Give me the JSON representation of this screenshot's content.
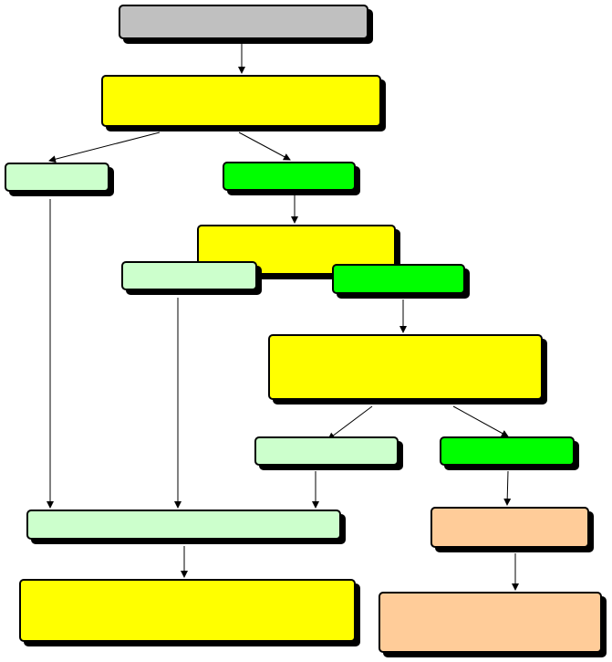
{
  "colors": {
    "start": "#c0c0c0",
    "decision": "#ffff00",
    "no_branch": "#ccffcc",
    "yes_branch": "#00ff00",
    "alt_outcome": "#ffcc99",
    "line": "#000000",
    "shadow": "#000000"
  },
  "nodes": {
    "start": {
      "text": "",
      "fill": "start"
    },
    "decision_1": {
      "text": "",
      "fill": "decision"
    },
    "branch_1_left": {
      "text": "",
      "fill": "no_branch"
    },
    "branch_1_right": {
      "text": "",
      "fill": "yes_branch"
    },
    "decision_2": {
      "text": "",
      "fill": "decision"
    },
    "branch_2_left": {
      "text": "",
      "fill": "no_branch"
    },
    "branch_2_right": {
      "text": "",
      "fill": "yes_branch"
    },
    "decision_3": {
      "text": "",
      "fill": "decision"
    },
    "branch_3_left": {
      "text": "",
      "fill": "no_branch"
    },
    "branch_3_right": {
      "text": "",
      "fill": "yes_branch"
    },
    "merge": {
      "text": "",
      "fill": "no_branch"
    },
    "outcome_left": {
      "text": "",
      "fill": "decision"
    },
    "alt_step": {
      "text": "",
      "fill": "alt_outcome"
    },
    "outcome_right": {
      "text": "",
      "fill": "alt_outcome"
    }
  }
}
